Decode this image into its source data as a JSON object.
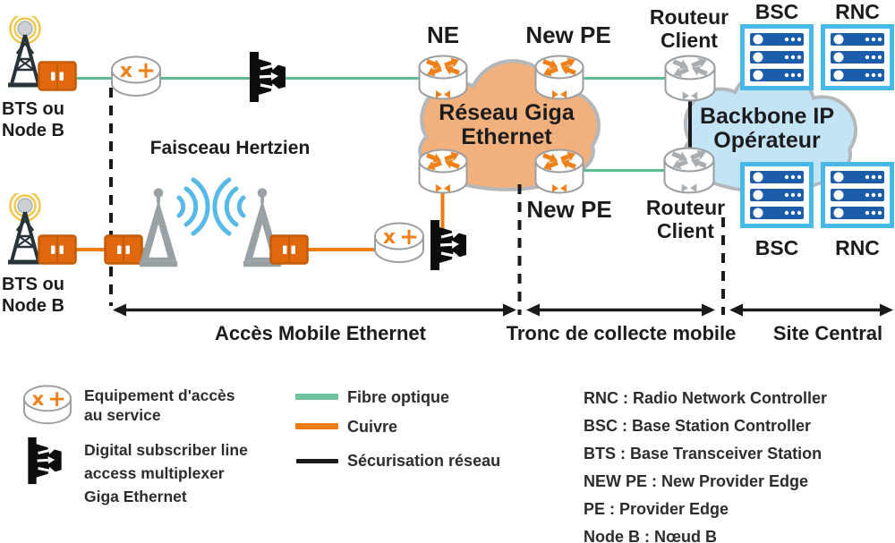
{
  "colors": {
    "fibre_optique": "#5abd90",
    "cuivre": "#ee7d11",
    "securisation_reseau": "#1a1a1a",
    "cloud_giga_ethernet": "#f2b17c",
    "cloud_backbone": "#c3e4f5",
    "rack_border": "#47b8e8",
    "rack_server": "#1b5da8",
    "accent_orange": "#ee8119",
    "wave_blue": "#56b9e8"
  },
  "diagram": {
    "bts_top": {
      "line1": "BTS ou",
      "line2": "Node B"
    },
    "bts_bottom": {
      "line1": "BTS ou",
      "line2": "Node B"
    },
    "faisceau_hertzien": "Faisceau Hertzien",
    "ne": "NE",
    "new_pe_top": "New PE",
    "new_pe_bottom": "New PE",
    "reseau_giga": {
      "line1": "Réseau Giga",
      "line2": "Ethernet"
    },
    "backbone": {
      "line1": "Backbone IP",
      "line2": "Opérateur"
    },
    "routeur_client_top": {
      "line1": "Routeur",
      "line2": "Client"
    },
    "routeur_client_bottom": {
      "line1": "Routeur",
      "line2": "Client"
    },
    "bsc_top": "BSC",
    "rnc_top": "RNC",
    "bsc_bottom": "BSC",
    "rnc_bottom": "RNC",
    "zones": [
      "Accès Mobile Ethernet",
      "Tronc de collecte mobile",
      "Site Central"
    ]
  },
  "legend": {
    "access_equipment": [
      "Equipement d'accès",
      "au service"
    ],
    "dslam": [
      "Digital subscriber line",
      "access multiplexer",
      "Giga Ethernet"
    ],
    "line_types": [
      {
        "label": "Fibre optique",
        "color": "#5abd90"
      },
      {
        "label": "Cuivre",
        "color": "#ee7d11"
      },
      {
        "label": "Sécurisation réseau",
        "color": "#1a1a1a"
      }
    ],
    "abbreviations": [
      "RNC : Radio Network Controller",
      "BSC : Base Station Controller",
      "BTS : Base Transceiver Station",
      "NEW PE : New Provider Edge",
      "PE : Provider Edge",
      "Node B : Nœud B"
    ]
  }
}
